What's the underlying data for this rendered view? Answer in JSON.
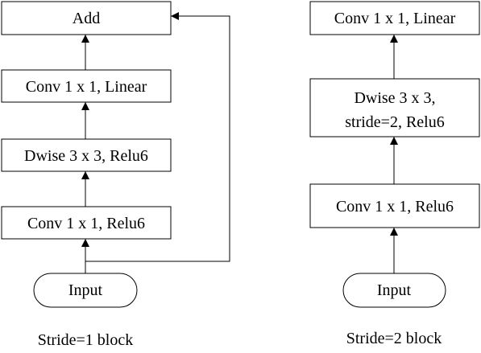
{
  "left": {
    "add": "Add",
    "conv_linear": "Conv 1 x 1, Linear",
    "dwise": "Dwise 3 x 3, Relu6",
    "conv_relu": "Conv 1 x 1, Relu6",
    "input": "Input",
    "caption": "Stride=1 block"
  },
  "right": {
    "conv_linear": "Conv 1 x 1, Linear",
    "dwise_line1": "Dwise 3 x 3,",
    "dwise_line2": "stride=2, Relu6",
    "conv_relu": "Conv 1 x 1, Relu6",
    "input": "Input",
    "caption": "Stride=2 block"
  }
}
